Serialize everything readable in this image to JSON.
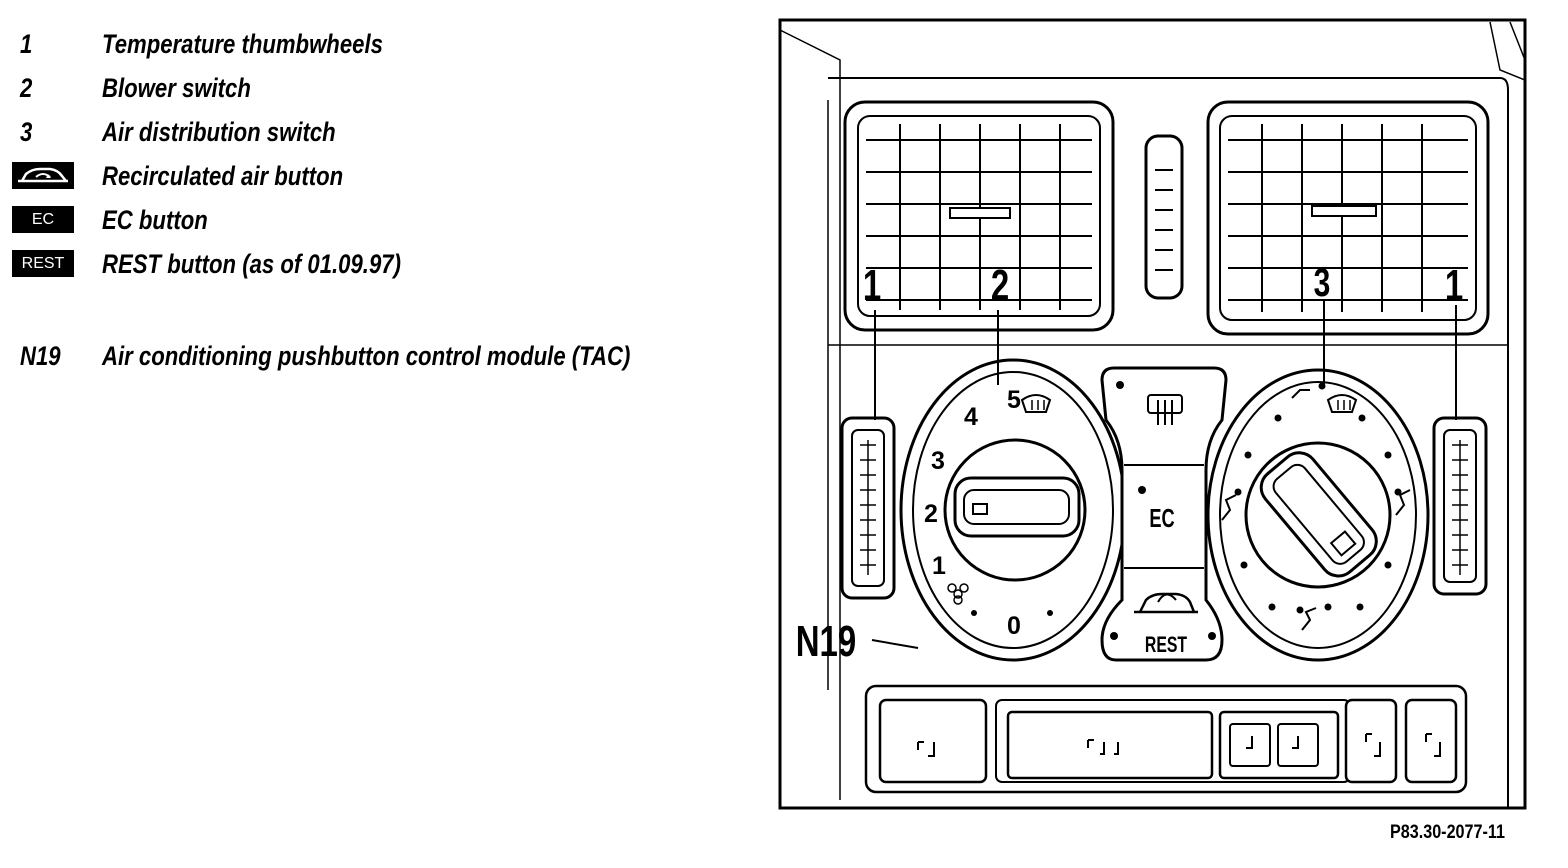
{
  "legend": {
    "items": [
      {
        "key": "1",
        "label": "Temperature thumbwheels"
      },
      {
        "key": "2",
        "label": "Blower switch"
      },
      {
        "key": "3",
        "label": "Air distribution switch"
      },
      {
        "key_icon": "recirculated-air-icon",
        "label": "Recirculated air button"
      },
      {
        "key_badge": "EC",
        "label": "EC button"
      },
      {
        "key_badge": "REST",
        "label": "REST button (as of 01.09.97)"
      },
      {
        "key": "N19",
        "label": "Air conditioning pushbutton control module (TAC)"
      }
    ]
  },
  "figure": {
    "callouts": {
      "left_thumbwheel": "1",
      "blower": "2",
      "distribution": "3",
      "right_thumbwheel": "1",
      "module": "N19"
    },
    "blower_scale": [
      "0",
      "1",
      "2",
      "3",
      "4",
      "5"
    ],
    "buttons": {
      "ec": "EC",
      "rest": "REST"
    },
    "caption": "P83.30-2077-11"
  },
  "colors": {
    "ink": "#000000",
    "paper": "#ffffff"
  }
}
